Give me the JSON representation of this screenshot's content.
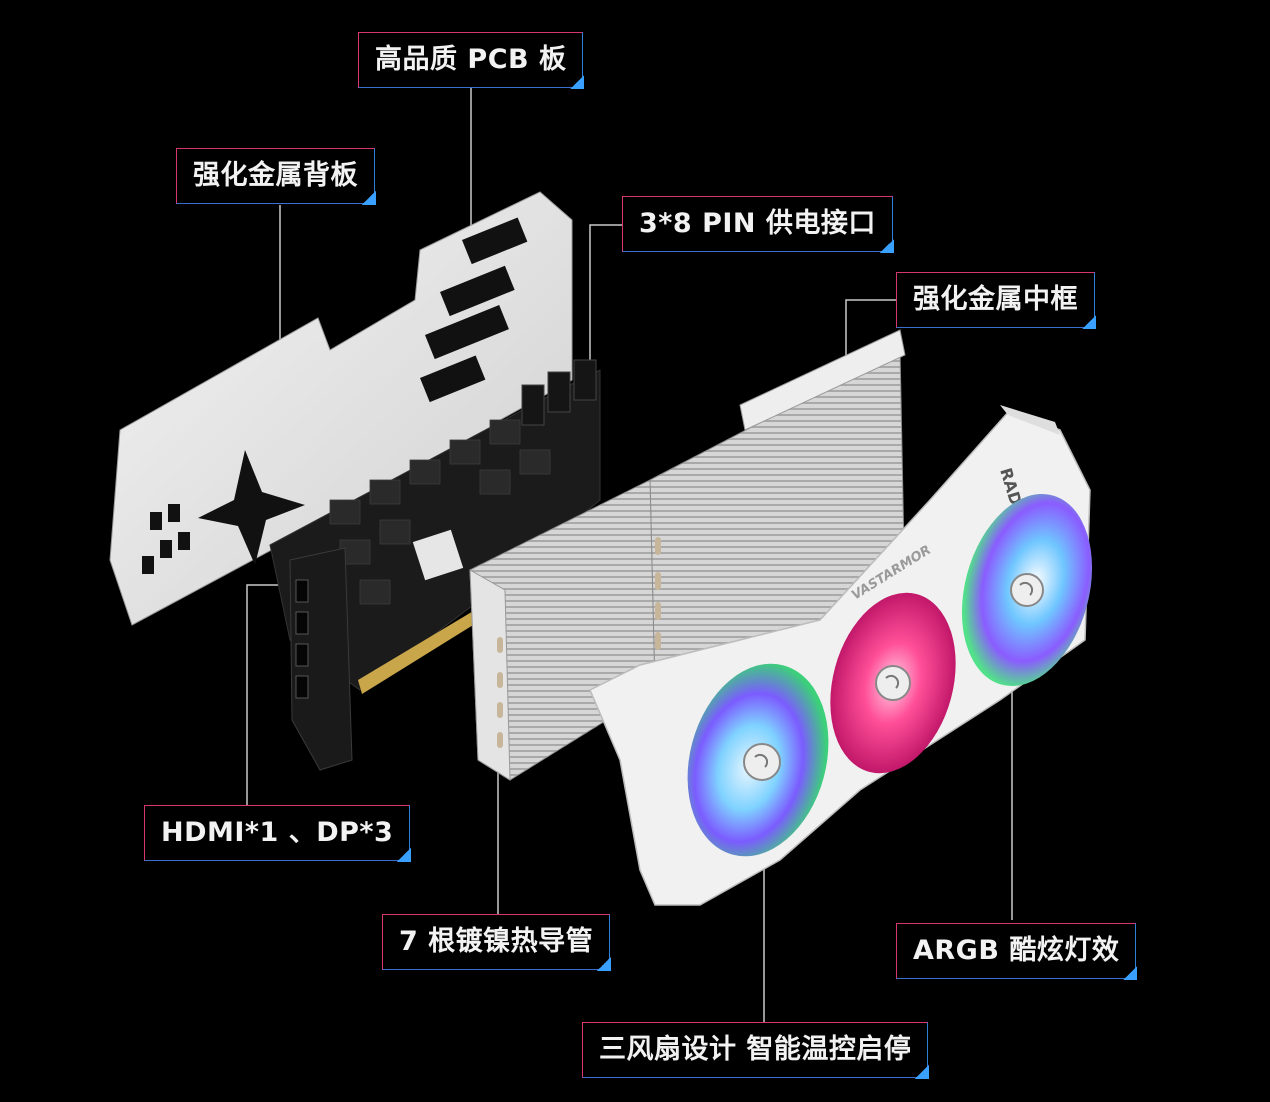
{
  "labels": {
    "pcb": "高品质 PCB 板",
    "backplate": "强化金属背板",
    "power": "3*8 PIN 供电接口",
    "midframe": "强化金属中框",
    "io": "HDMI*1 、DP*3",
    "heatpipes": "7 根镀镍热导管",
    "argb": "ARGB 酷炫灯效",
    "fans": "三风扇设计 智能温控启停"
  },
  "card_text": {
    "brand": "VASTARMOR",
    "chip": "RADEON"
  },
  "colors": {
    "background": "#000000",
    "callout_border_pink": "#d7376f",
    "callout_border_blue": "#2f7fd8",
    "leader_line": "#c9c9c9",
    "fan_pink": "#ff3f8c",
    "fan_blue": "#4aa0ff"
  }
}
